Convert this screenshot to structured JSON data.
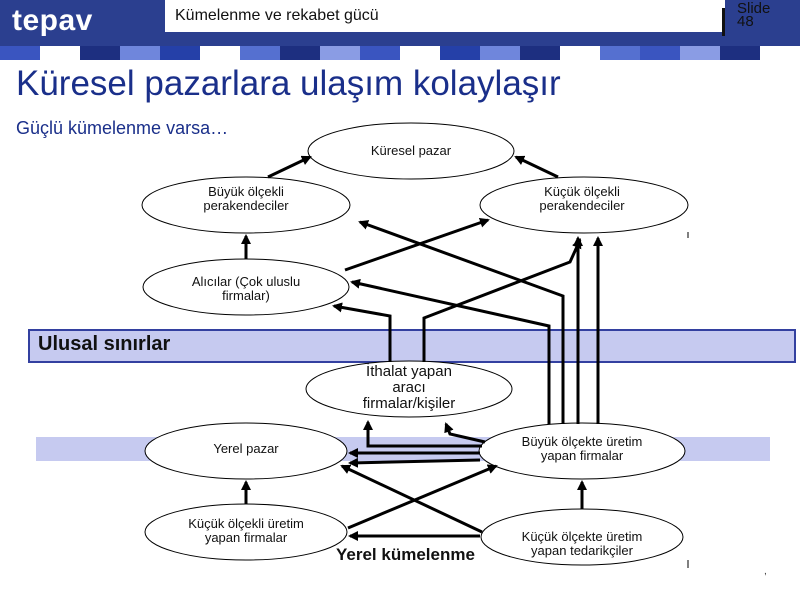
{
  "header": {
    "logo": "tepav",
    "title": "Kümelenme ve rekabet gücü",
    "slide_word": "Slide",
    "slide_number": "48"
  },
  "colors": {
    "header_bg": "#2b3f8f",
    "title_color": "#1a2f8a",
    "band_fill": "#c6caf0",
    "band_border": "#3340a0"
  },
  "main_title": "Küresel pazarlara ulaşım kolaylaşır",
  "subtitle": "Güçlü kümelenme varsa…",
  "bands": {
    "national": "Ulusal sınırlar",
    "local_cluster": "Yerel kümelenme"
  },
  "nodes": {
    "global_market": "Küresel pazar",
    "large_retailers": [
      "Büyük ölçekli",
      "perakendeciler"
    ],
    "small_retailers": [
      "Küçük ölçekli",
      "perakendeciler"
    ],
    "buyers": [
      "Alıcılar (Çok uluslu",
      "firmalar)"
    ],
    "importers": [
      "İthalat yapan",
      "aracı",
      "firmalar/kişiler"
    ],
    "local_market": "Yerel pazar",
    "large_producers": [
      "Büyük ölçekte üretim",
      "yapan firmalar"
    ],
    "small_producers": [
      "Küçük ölçekli üretim",
      "yapan firmalar"
    ],
    "small_suppliers": [
      "Küçük ölçekte üretim",
      "yapan tedarikçiler"
    ]
  },
  "footer_mark": ","
}
